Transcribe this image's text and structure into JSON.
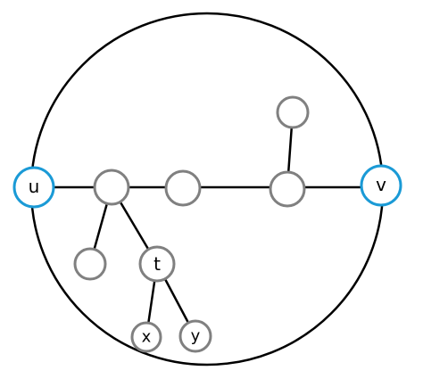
{
  "diagram": {
    "labels": {
      "u": "u",
      "v": "v",
      "t": "t",
      "x": "x",
      "y": "y"
    },
    "colors": {
      "terminal_stroke": "#1a9ad6",
      "node_stroke": "#808080",
      "edge": "#000000"
    }
  }
}
